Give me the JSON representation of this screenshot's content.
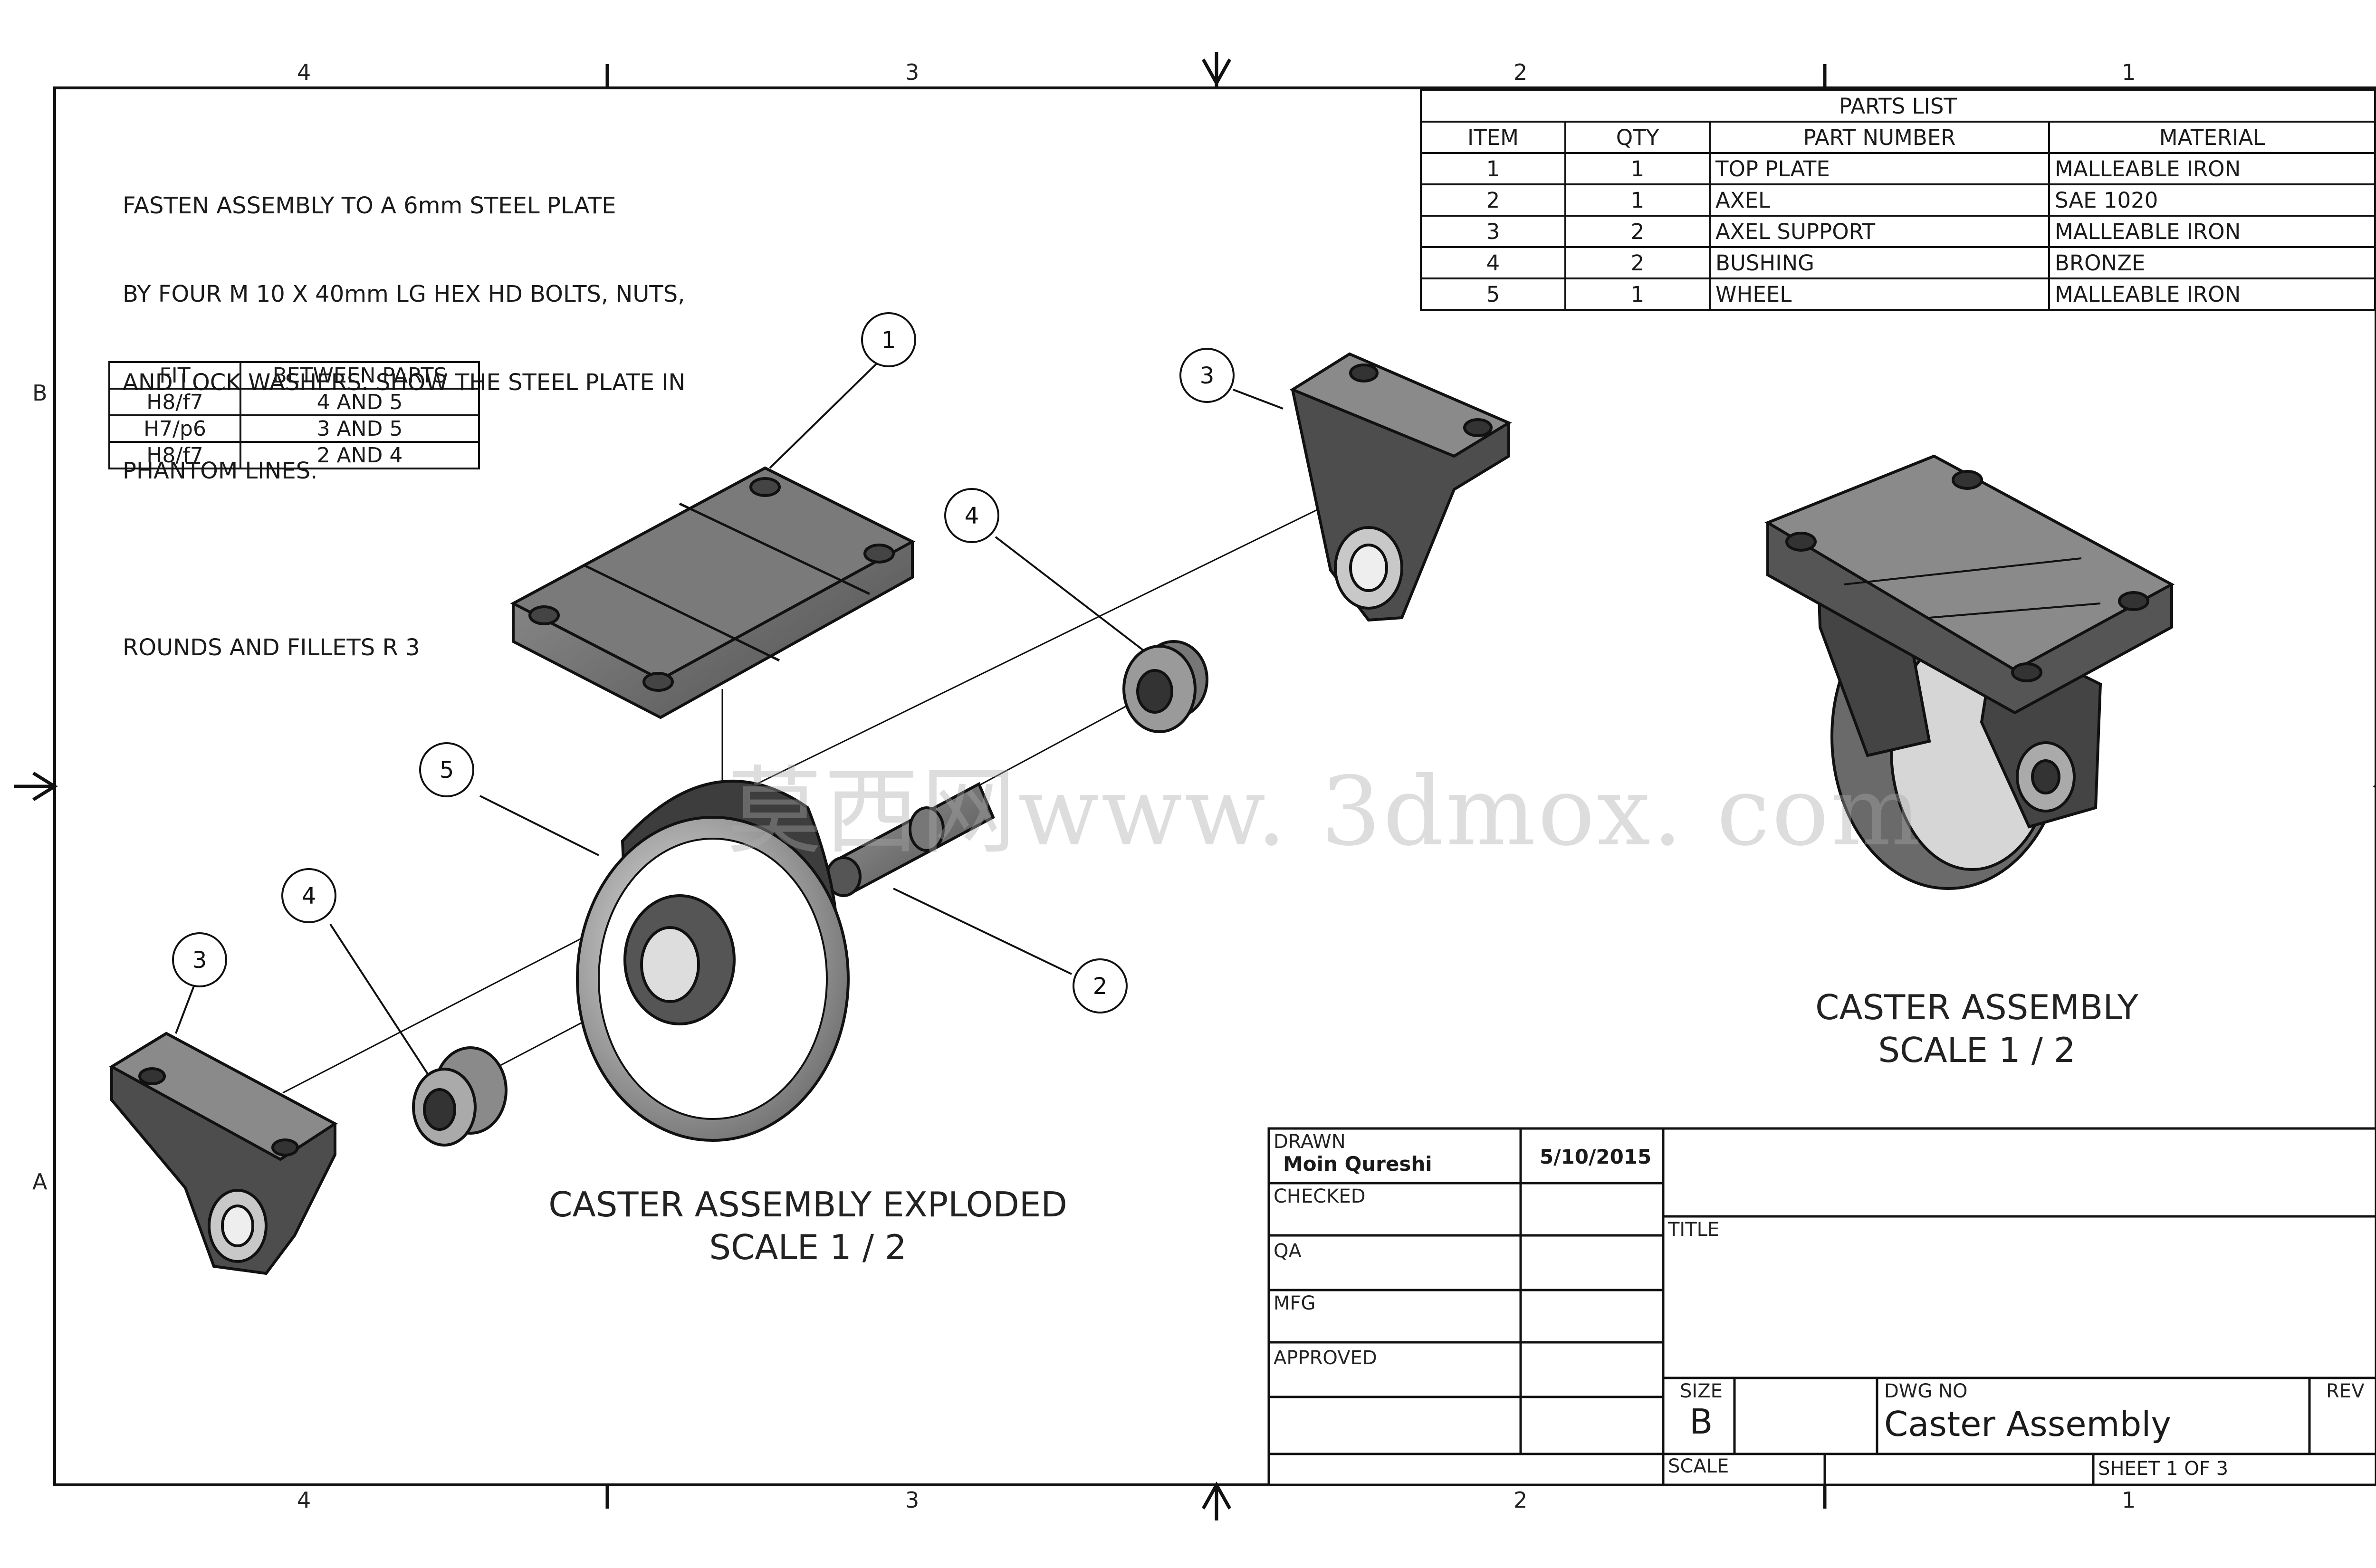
{
  "colors": {
    "line": "#111111",
    "part_fill": "#5a5a5a",
    "part_light": "#8c8c8c",
    "watermark": "#aaaaaa"
  },
  "zones": {
    "columns": [
      "4",
      "3",
      "2",
      "1"
    ],
    "rows": [
      "B",
      "A"
    ]
  },
  "notes": {
    "lines": [
      "FASTEN ASSEMBLY TO A 6mm STEEL PLATE",
      "BY FOUR M 10 X 40mm LG HEX HD BOLTS, NUTS,",
      "AND LOCK WASHERS. SHOW THE STEEL PLATE IN",
      "PHANTOM LINES.",
      "",
      "ROUNDS AND FILLETS R 3"
    ]
  },
  "fit_table": {
    "headers": [
      "FIT",
      "BETWEEN PARTS"
    ],
    "rows": [
      [
        "H8/f7",
        "4 AND 5"
      ],
      [
        "H7/p6",
        "3 AND 5"
      ],
      [
        "H8/f7",
        "2 AND 4"
      ]
    ]
  },
  "parts_list": {
    "title": "PARTS LIST",
    "headers": [
      "ITEM",
      "QTY",
      "PART NUMBER",
      "MATERIAL"
    ],
    "rows": [
      [
        "1",
        "1",
        "TOP PLATE",
        "MALLEABLE IRON"
      ],
      [
        "2",
        "1",
        "AXEL",
        "SAE 1020"
      ],
      [
        "3",
        "2",
        "AXEL SUPPORT",
        "MALLEABLE IRON"
      ],
      [
        "4",
        "2",
        "BUSHING",
        "BRONZE"
      ],
      [
        "5",
        "1",
        "WHEEL",
        "MALLEABLE IRON"
      ]
    ]
  },
  "balloons": [
    "1",
    "2",
    "3",
    "3",
    "4",
    "4",
    "5"
  ],
  "captions": {
    "exploded": [
      "CASTER ASSEMBLY EXPLODED",
      "SCALE 1 / 2"
    ],
    "assembled": [
      "CASTER ASSEMBLY",
      "SCALE 1 / 2"
    ]
  },
  "watermark": "莫西网www. 3dmox. com",
  "title_block": {
    "drawn_label": "DRAWN",
    "drawn_name": "Moin Qureshi",
    "drawn_date": "5/10/2015",
    "checked_label": "CHECKED",
    "qa_label": "QA",
    "mfg_label": "MFG",
    "approved_label": "APPROVED",
    "title_label": "TITLE",
    "size_label": "SIZE",
    "size_value": "B",
    "dwg_no_label": "DWG NO",
    "dwg_no_value": "Caster Assembly",
    "rev_label": "REV",
    "scale_label": "SCALE",
    "sheet_label": "SHEET",
    "sheet_number": "1",
    "of_label": "OF",
    "sheet_total": "3"
  }
}
